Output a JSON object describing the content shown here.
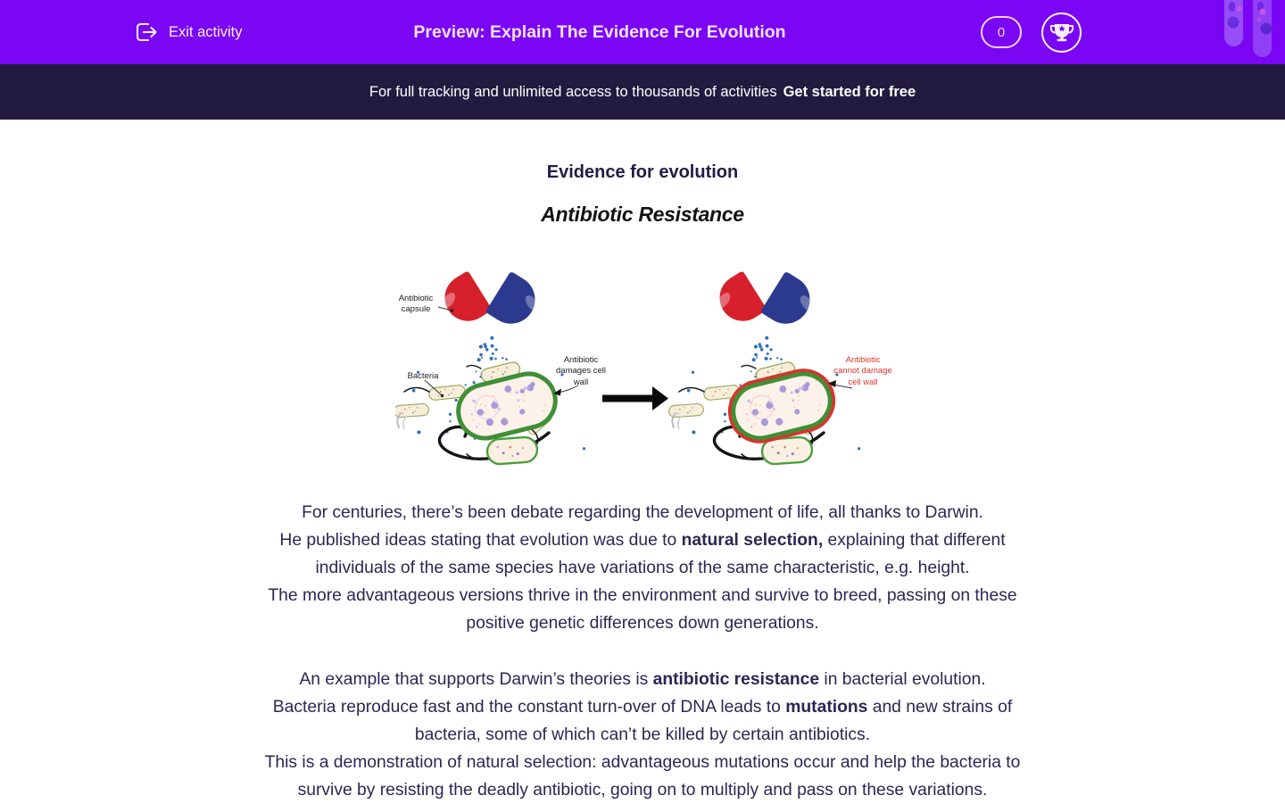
{
  "header": {
    "exit_label": "Exit activity",
    "title": "Preview: Explain The Evidence For Evolution",
    "score": "0"
  },
  "banner": {
    "text": "For full tracking and unlimited access to thousands of activities",
    "cta": "Get started for free"
  },
  "colors": {
    "header_bg": "#7a06f3",
    "banner_bg": "#221b3f",
    "body_text": "#2b2753",
    "label_red": "#e03229",
    "capsule_red": "#d6202b",
    "capsule_blue": "#2b3a8f",
    "antibiotic_dot_blue": "#2e6fb8",
    "cell_wall_green": "#3f8f36"
  },
  "content": {
    "heading": "Evidence for evolution",
    "figure": {
      "title": "Antibiotic Resistance",
      "labels": {
        "capsule": "Antibiotic capsule",
        "bacteria": "Bacteria",
        "damages": "Antibiotic damages cell wall",
        "cannot": "Antibiotic cannot damage cell wall"
      }
    },
    "paragraphs": [
      {
        "lines": [
          [
            {
              "t": "For centuries, there’s been debate regarding the development of life, all thanks to Darwin."
            }
          ],
          [
            {
              "t": "He published ideas stating that evolution was due to "
            },
            {
              "t": "natural selection,",
              "b": true
            },
            {
              "t": " explaining that different"
            }
          ],
          [
            {
              "t": "individuals of the same species have variations of the same characteristic, e.g. height."
            }
          ],
          [
            {
              "t": "The more advantageous versions thrive in the environment and survive to breed, passing on these"
            }
          ],
          [
            {
              "t": "positive genetic differences down generations."
            }
          ]
        ]
      },
      {
        "lines": [
          [
            {
              "t": "An example that supports Darwin’s theories is "
            },
            {
              "t": "antibiotic resistance",
              "b": true
            },
            {
              "t": " in bacterial evolution."
            }
          ],
          [
            {
              "t": "Bacteria reproduce fast and the constant turn-over of DNA leads to "
            },
            {
              "t": "mutations",
              "b": true
            },
            {
              "t": " and new strains of"
            }
          ],
          [
            {
              "t": "bacteria, some of which can’t be killed by certain antibiotics."
            }
          ],
          [
            {
              "t": "This is a demonstration of natural selection: advantageous mutations occur and help the bacteria to"
            }
          ],
          [
            {
              "t": "survive by resisting the deadly antibiotic, going on to multiply and pass on these variations."
            }
          ]
        ]
      }
    ]
  }
}
